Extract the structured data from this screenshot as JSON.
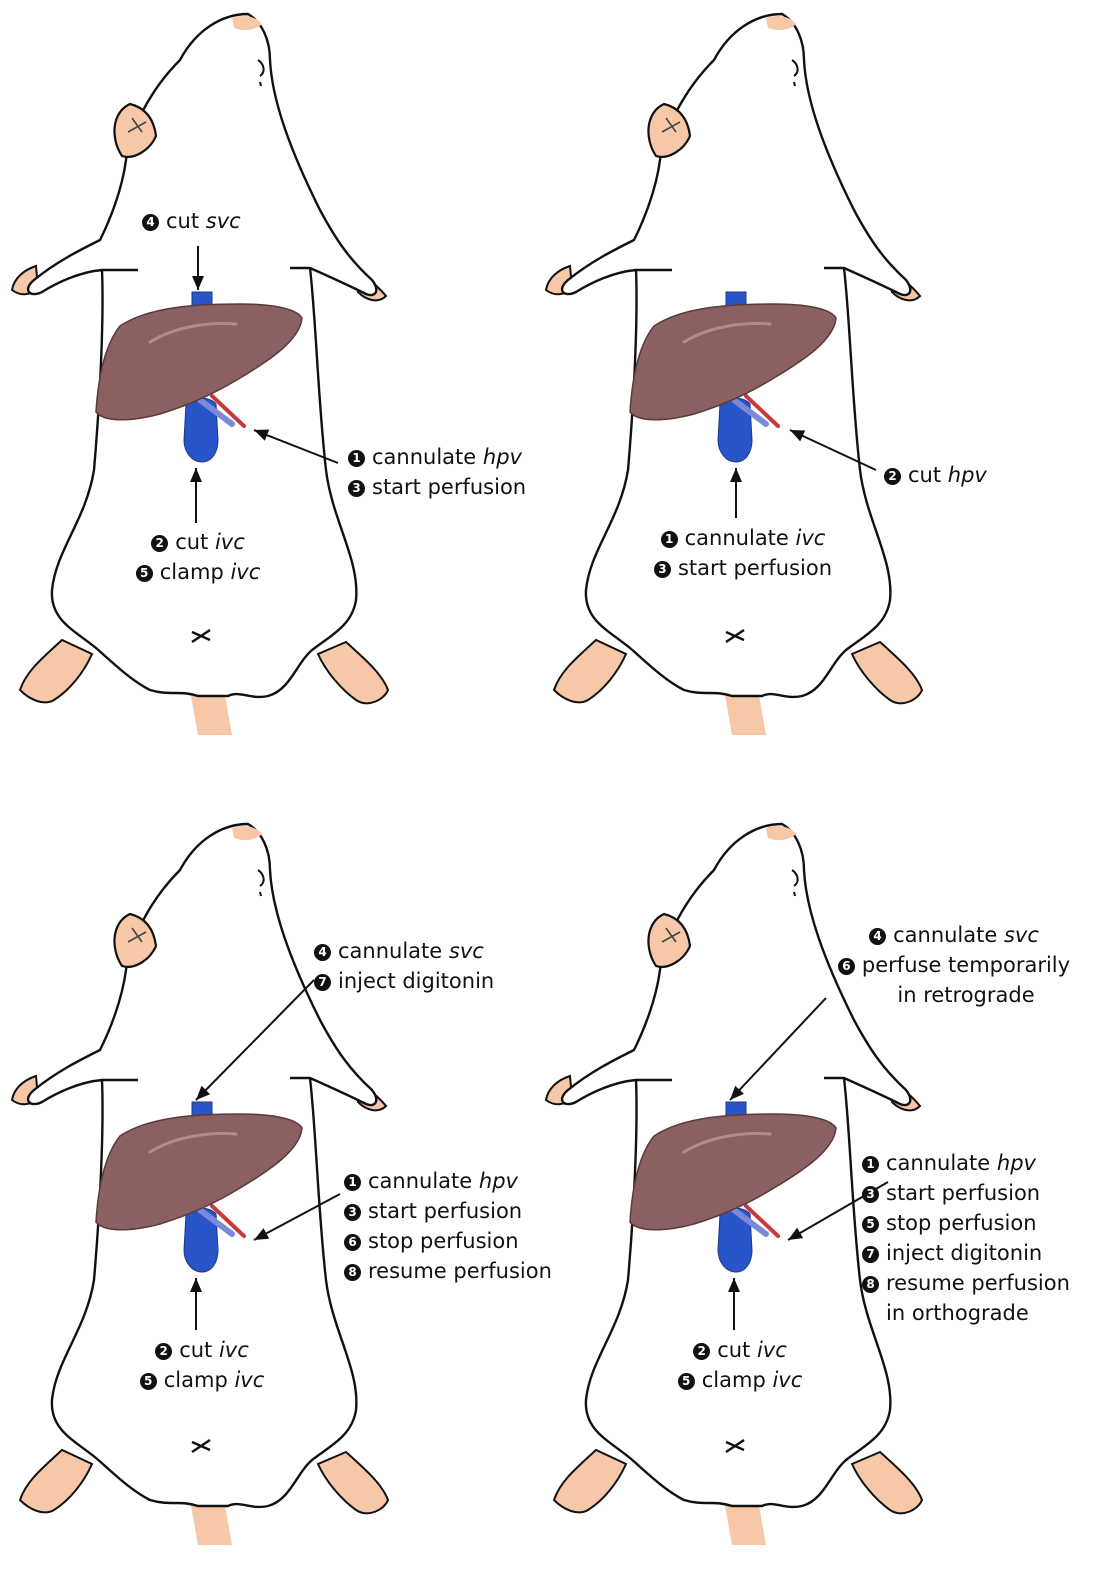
{
  "colors": {
    "outline": "#111111",
    "skin": "#f7c8a8",
    "liver": "#8a6060",
    "liver_highlight": "#b48a8a",
    "vein": "#2a55c8",
    "vein_dark": "#1a3a8a",
    "artery": "#c83a3a"
  },
  "panels": [
    {
      "id": "top-left",
      "labels": [
        {
          "key": "svc",
          "lines": [
            {
              "step": "4",
              "verb": "cut ",
              "term": "svc"
            }
          ]
        },
        {
          "key": "hpv",
          "lines": [
            {
              "step": "1",
              "verb": "cannulate ",
              "term": "hpv"
            },
            {
              "step": "3",
              "verb": "start perfusion",
              "term": ""
            }
          ]
        },
        {
          "key": "ivc",
          "lines": [
            {
              "step": "2",
              "verb": "cut ",
              "term": "ivc"
            },
            {
              "step": "5",
              "verb": "clamp ",
              "term": "ivc"
            }
          ]
        }
      ]
    },
    {
      "id": "top-right",
      "labels": [
        {
          "key": "hpv",
          "lines": [
            {
              "step": "2",
              "verb": "cut ",
              "term": "hpv"
            }
          ]
        },
        {
          "key": "ivc",
          "lines": [
            {
              "step": "1",
              "verb": "cannulate ",
              "term": "ivc"
            },
            {
              "step": "3",
              "verb": "start perfusion",
              "term": ""
            }
          ]
        }
      ]
    },
    {
      "id": "bottom-left",
      "labels": [
        {
          "key": "svc",
          "lines": [
            {
              "step": "4",
              "verb": "cannulate ",
              "term": "svc"
            },
            {
              "step": "7",
              "verb": "inject digitonin",
              "term": ""
            }
          ]
        },
        {
          "key": "hpv",
          "lines": [
            {
              "step": "1",
              "verb": "cannulate ",
              "term": "hpv"
            },
            {
              "step": "3",
              "verb": "start perfusion",
              "term": ""
            },
            {
              "step": "6",
              "verb": "stop perfusion",
              "term": ""
            },
            {
              "step": "8",
              "verb": "resume perfusion",
              "term": ""
            }
          ]
        },
        {
          "key": "ivc",
          "lines": [
            {
              "step": "2",
              "verb": "cut ",
              "term": "ivc"
            },
            {
              "step": "5",
              "verb": "clamp ",
              "term": "ivc"
            }
          ]
        }
      ]
    },
    {
      "id": "bottom-right",
      "labels": [
        {
          "key": "svc",
          "lines": [
            {
              "step": "4",
              "verb": "cannulate ",
              "term": "svc"
            },
            {
              "step": "6",
              "verb": "perfuse temporarily",
              "term": ""
            },
            {
              "step": "",
              "verb": "in retrograde",
              "term": ""
            }
          ]
        },
        {
          "key": "hpv",
          "lines": [
            {
              "step": "1",
              "verb": "cannulate ",
              "term": "hpv"
            },
            {
              "step": "3",
              "verb": "start perfusion",
              "term": ""
            },
            {
              "step": "5",
              "verb": "stop perfusion",
              "term": ""
            },
            {
              "step": "7",
              "verb": "inject digitonin",
              "term": ""
            },
            {
              "step": "8",
              "verb": "resume perfusion",
              "term": ""
            },
            {
              "step": "",
              "verb": "in orthograde",
              "term": ""
            }
          ]
        },
        {
          "key": "ivc",
          "lines": [
            {
              "step": "2",
              "verb": "cut ",
              "term": "ivc"
            },
            {
              "step": "5",
              "verb": "clamp ",
              "term": "ivc"
            }
          ]
        }
      ]
    }
  ]
}
